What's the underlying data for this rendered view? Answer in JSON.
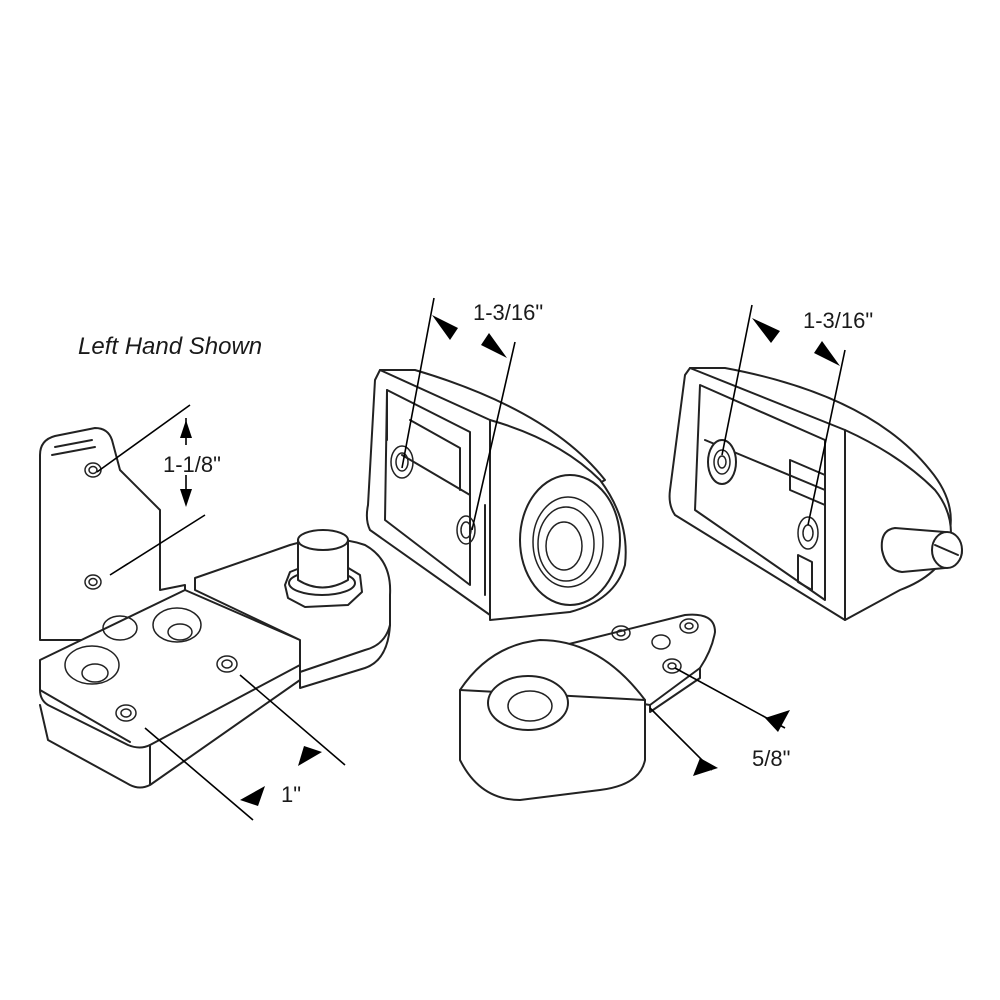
{
  "caption": "Left Hand Shown",
  "dimensions": {
    "left_bracket_height": "1-1/8\"",
    "left_bracket_width": "1\"",
    "middle_block_spacing": "1-3/16\"",
    "right_block_spacing": "1-3/16\"",
    "small_plate_spacing": "5/8\""
  },
  "colors": {
    "line": "#222222",
    "background": "#ffffff"
  }
}
